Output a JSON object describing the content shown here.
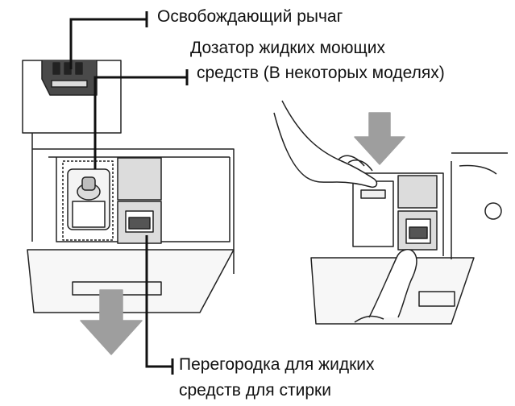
{
  "labels": {
    "release_lever": "Освобождающий рычаг",
    "liquid_dispenser_line1": "Дозатор жидких моющих",
    "liquid_dispenser_line2": "средств (В некоторых моделях)",
    "partition_line1": "Перегородка для жидких",
    "partition_line2": "средств для стирки"
  },
  "colors": {
    "line": "#111111",
    "arrow": "#9e9e9e",
    "handle": "#4a4a4a",
    "compartment": "#dcdcdc"
  }
}
